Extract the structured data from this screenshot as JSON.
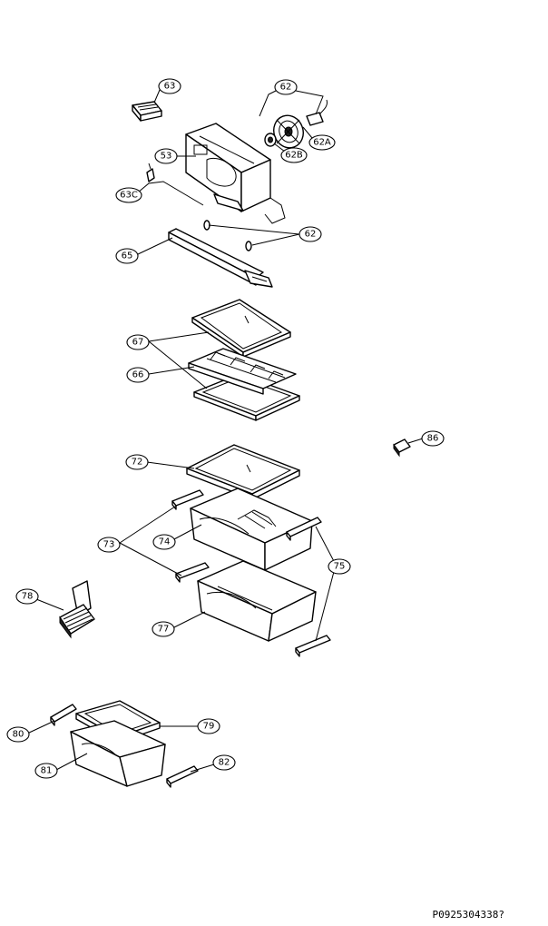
{
  "diagram_id": "P0925304338?",
  "callouts": [
    {
      "key": "c63",
      "label": "63"
    },
    {
      "key": "c62",
      "label": "62"
    },
    {
      "key": "c62A",
      "label": "62A"
    },
    {
      "key": "c62B",
      "label": "62B"
    },
    {
      "key": "c53",
      "label": "53"
    },
    {
      "key": "c63C",
      "label": "63C"
    },
    {
      "key": "c62b2",
      "label": "62"
    },
    {
      "key": "c65",
      "label": "65"
    },
    {
      "key": "c67",
      "label": "67"
    },
    {
      "key": "c66",
      "label": "66"
    },
    {
      "key": "c86",
      "label": "86"
    },
    {
      "key": "c72",
      "label": "72"
    },
    {
      "key": "c74",
      "label": "74"
    },
    {
      "key": "c73",
      "label": "73"
    },
    {
      "key": "c75",
      "label": "75"
    },
    {
      "key": "c78",
      "label": "78"
    },
    {
      "key": "c77",
      "label": "77"
    },
    {
      "key": "c80",
      "label": "80"
    },
    {
      "key": "c79",
      "label": "79"
    },
    {
      "key": "c81",
      "label": "81"
    },
    {
      "key": "c82",
      "label": "82"
    }
  ]
}
